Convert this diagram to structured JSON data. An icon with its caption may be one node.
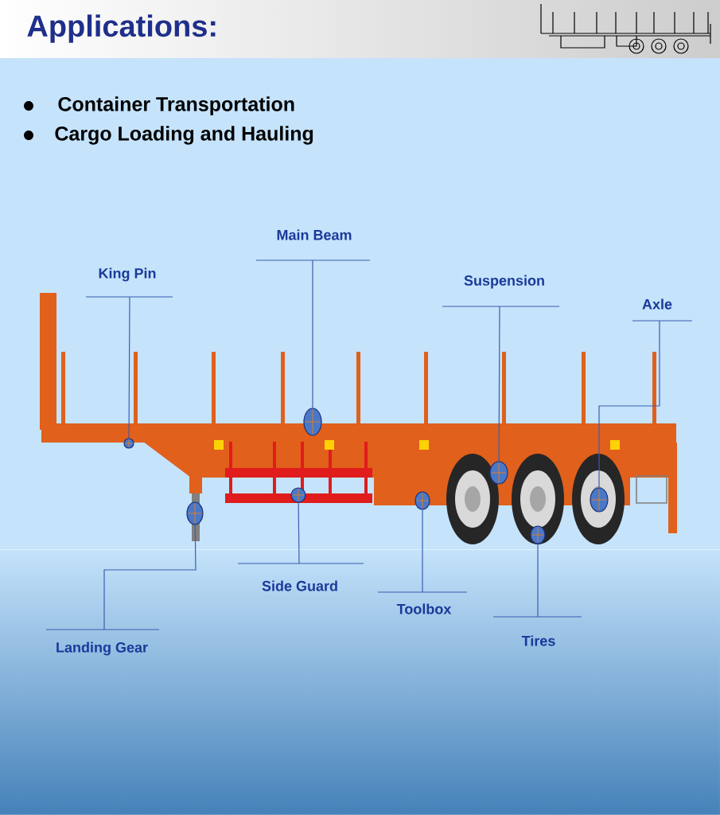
{
  "diagram": {
    "title": "Applications:",
    "nodes": [
      {
        "text": [
          "Main Beam"
        ]
      },
      {
        "text": [
          "King Pin"
        ]
      },
      {
        "text": [
          "Suspension"
        ]
      },
      {
        "text": [
          "Axle"
        ]
      },
      {
        "text": [
          "Side Guard"
        ]
      },
      {
        "text": [
          "Toolbox"
        ]
      },
      {
        "text": [
          "Tires"
        ]
      },
      {
        "text": [
          "Landing Gear"
        ]
      },
      {
        "text": [],
        "shape": "circle"
      },
      {
        "text": [],
        "shape": "circle"
      },
      {
        "text": [],
        "shape": "circle"
      },
      {
        "text": [],
        "shape": "circle"
      },
      {
        "text": [],
        "shape": "circle"
      },
      {
        "text": [],
        "shape": "circle"
      },
      {
        "text": [],
        "shape": "circle"
      },
      {
        "text": [],
        "shape": "circle"
      }
    ],
    "edges": [
      {
        "from": 0,
        "to": 11,
        "arrow": "none"
      },
      {
        "from": 1,
        "to": 8,
        "arrow": "none"
      },
      {
        "from": 2,
        "to": 13,
        "arrow": "none"
      },
      {
        "from": 3,
        "to": 15,
        "arrow": "none"
      },
      {
        "from": 4,
        "to": 10,
        "arrow": "none"
      },
      {
        "from": 5,
        "to": 12,
        "arrow": "none"
      },
      {
        "from": 6,
        "to": 14,
        "arrow": "none"
      },
      {
        "from": 7,
        "to": 9,
        "arrow": "none"
      }
    ],
    "labels": [
      "Container Transportation",
      "Cargo Loading and Hauling"
    ]
  }
}
